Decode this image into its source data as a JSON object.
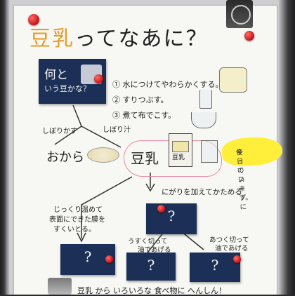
{
  "poster": {
    "title_main": "豆乳",
    "title_rest": "ってなあに？",
    "card_top": "何と",
    "card_top_sub": "いう豆かな？",
    "steps": [
      "① 水につけてやわらかくする。",
      "② すりつぶす。",
      "③ 煮て布でこす。"
    ],
    "label_left_branch": "しぼりかす",
    "label_right_branch": "しぼり汁",
    "okara": "おから",
    "tounyuu": "豆乳",
    "milk_label": "豆乳",
    "tag_text_1": "今日のスープに",
    "tag_text_2": "使っています。",
    "nigari": "にがりを加えてかためる",
    "left_note_1": "じっくり温めて",
    "left_note_2": "表面にできた膜を",
    "left_note_3": "すくいとる。",
    "mid_note_1": "うすく切って",
    "mid_note_2": "油であげる",
    "right_note_1": "あつく切って",
    "right_note_2": "油であげる",
    "question": "?",
    "bottom": "豆乳 から いろいろな 食べ物に へんしん！"
  }
}
